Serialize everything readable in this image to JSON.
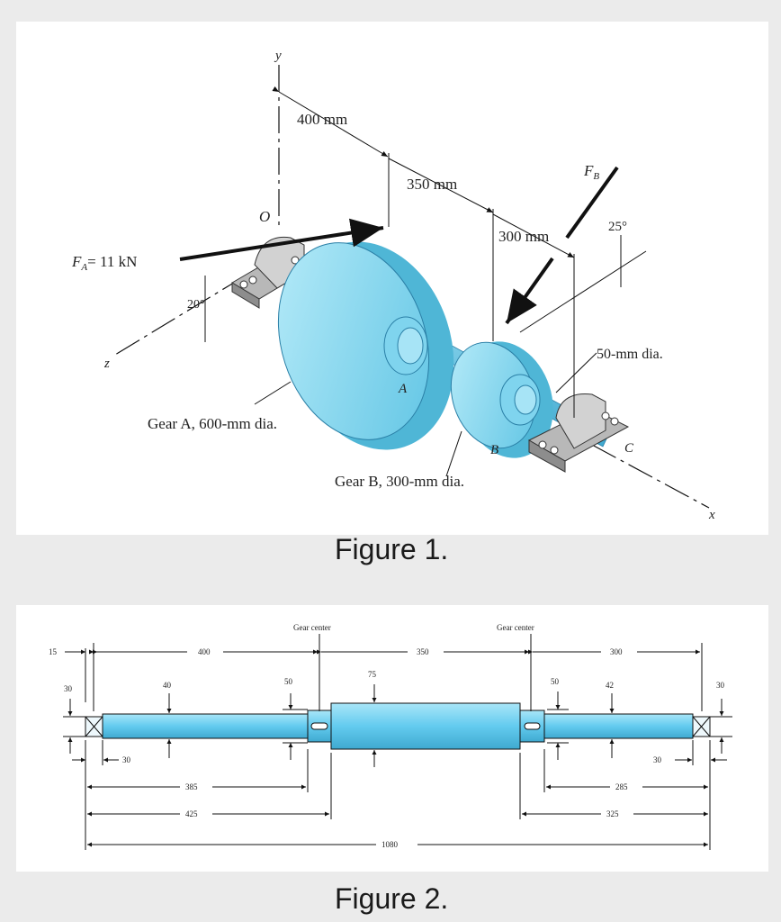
{
  "figure1": {
    "caption": "Figure 1.",
    "labels": {
      "y_axis": "y",
      "z_axis": "z",
      "x_axis": "x",
      "origin": "O",
      "dim_400": "400 mm",
      "dim_350": "350 mm",
      "dim_300": "300 mm",
      "force_b": "F",
      "force_b_sub": "B",
      "angle_25": "25°",
      "force_a": "F",
      "force_a_sub": "A",
      "force_a_value": "= 11 kN",
      "angle_20": "20°",
      "shaft_dia": "50-mm dia.",
      "point_a": "A",
      "point_b": "B",
      "point_c": "C",
      "gear_a_label": "Gear A, 600-mm dia.",
      "gear_b_label": "Gear B, 300-mm dia."
    },
    "colors": {
      "gear": "#8fdcf2",
      "gear_dark": "#4fb6d6",
      "bearing": "#c9c9c9"
    }
  },
  "figure2": {
    "caption": "Figure 2.",
    "labels": {
      "gear_center_left": "Gear center",
      "gear_center_right": "Gear center",
      "d15": "15",
      "d400": "400",
      "d350": "350",
      "d300": "300",
      "d30_left": "30",
      "d40": "40",
      "d50_left": "50",
      "d75": "75",
      "d50_right": "50",
      "d42": "42",
      "d30_right": "30",
      "d30_bottom_left": "30",
      "d30_bottom_right": "30",
      "d385": "385",
      "d425": "425",
      "d285": "285",
      "d325": "325",
      "d1080": "1080"
    },
    "colors": {
      "shaft": "#63cbef",
      "shaft_light": "#a9e6f8"
    }
  }
}
